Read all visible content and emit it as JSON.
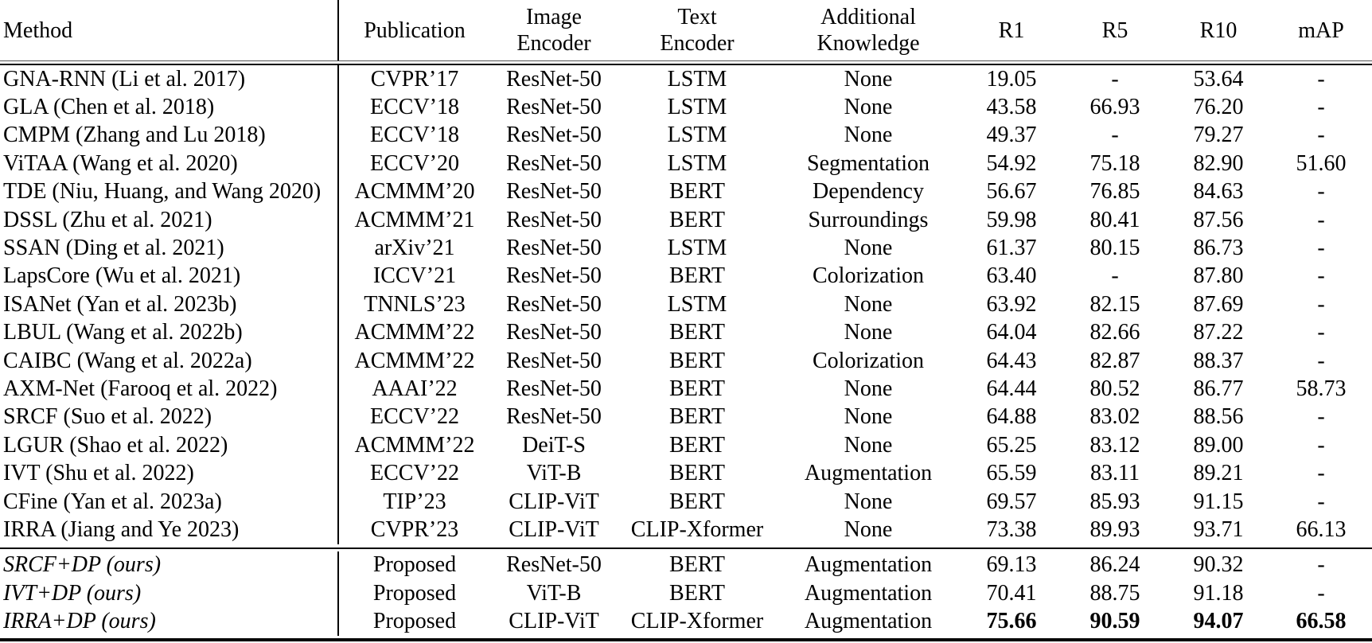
{
  "colors": {
    "text": "#000000",
    "background": "#ffffff",
    "rule": "#000000"
  },
  "table": {
    "headers": [
      {
        "id": "method",
        "lines": [
          "Method"
        ]
      },
      {
        "id": "publication",
        "lines": [
          "Publication"
        ]
      },
      {
        "id": "image-encoder",
        "lines": [
          "Image",
          "Encoder"
        ]
      },
      {
        "id": "text-encoder",
        "lines": [
          "Text",
          "Encoder"
        ]
      },
      {
        "id": "additional-knowledge",
        "lines": [
          "Additional",
          "Knowledge"
        ]
      },
      {
        "id": "r1",
        "lines": [
          "R1"
        ]
      },
      {
        "id": "r5",
        "lines": [
          "R5"
        ]
      },
      {
        "id": "r10",
        "lines": [
          "R10"
        ]
      },
      {
        "id": "map",
        "lines": [
          "mAP"
        ]
      }
    ],
    "baseline_rows": [
      {
        "cells": [
          "GNA-RNN (Li et al. 2017)",
          "CVPR’17",
          "ResNet-50",
          "LSTM",
          "None",
          "19.05",
          "-",
          "53.64",
          "-"
        ]
      },
      {
        "cells": [
          "GLA (Chen et al. 2018)",
          "ECCV’18",
          "ResNet-50",
          "LSTM",
          "None",
          "43.58",
          "66.93",
          "76.20",
          "-"
        ]
      },
      {
        "cells": [
          "CMPM (Zhang and Lu 2018)",
          "ECCV’18",
          "ResNet-50",
          "LSTM",
          "None",
          "49.37",
          "-",
          "79.27",
          "-"
        ]
      },
      {
        "cells": [
          "ViTAA (Wang et al. 2020)",
          "ECCV’20",
          "ResNet-50",
          "LSTM",
          "Segmentation",
          "54.92",
          "75.18",
          "82.90",
          "51.60"
        ]
      },
      {
        "cells": [
          "TDE (Niu, Huang, and Wang 2020)",
          "ACMMM’20",
          "ResNet-50",
          "BERT",
          "Dependency",
          "56.67",
          "76.85",
          "84.63",
          "-"
        ]
      },
      {
        "cells": [
          "DSSL (Zhu et al. 2021)",
          "ACMMM’21",
          "ResNet-50",
          "BERT",
          "Surroundings",
          "59.98",
          "80.41",
          "87.56",
          "-"
        ]
      },
      {
        "cells": [
          "SSAN (Ding et al. 2021)",
          "arXiv’21",
          "ResNet-50",
          "LSTM",
          "None",
          "61.37",
          "80.15",
          "86.73",
          "-"
        ]
      },
      {
        "cells": [
          "LapsCore (Wu et al. 2021)",
          "ICCV’21",
          "ResNet-50",
          "BERT",
          "Colorization",
          "63.40",
          "-",
          "87.80",
          "-"
        ]
      },
      {
        "cells": [
          "ISANet (Yan et al. 2023b)",
          "TNNLS’23",
          "ResNet-50",
          "LSTM",
          "None",
          "63.92",
          "82.15",
          "87.69",
          "-"
        ]
      },
      {
        "cells": [
          "LBUL (Wang et al. 2022b)",
          "ACMMM’22",
          "ResNet-50",
          "BERT",
          "None",
          "64.04",
          "82.66",
          "87.22",
          "-"
        ]
      },
      {
        "cells": [
          "CAIBC (Wang et al. 2022a)",
          "ACMMM’22",
          "ResNet-50",
          "BERT",
          "Colorization",
          "64.43",
          "82.87",
          "88.37",
          "-"
        ]
      },
      {
        "cells": [
          "AXM-Net (Farooq et al. 2022)",
          "AAAI’22",
          "ResNet-50",
          "BERT",
          "None",
          "64.44",
          "80.52",
          "86.77",
          "58.73"
        ]
      },
      {
        "cells": [
          "SRCF (Suo et al. 2022)",
          "ECCV’22",
          "ResNet-50",
          "BERT",
          "None",
          "64.88",
          "83.02",
          "88.56",
          "-"
        ]
      },
      {
        "cells": [
          "LGUR (Shao et al. 2022)",
          "ACMMM’22",
          "DeiT-S",
          "BERT",
          "None",
          "65.25",
          "83.12",
          "89.00",
          "-"
        ]
      },
      {
        "cells": [
          "IVT (Shu et al. 2022)",
          "ECCV’22",
          "ViT-B",
          "BERT",
          "Augmentation",
          "65.59",
          "83.11",
          "89.21",
          "-"
        ]
      },
      {
        "cells": [
          "CFine (Yan et al. 2023a)",
          "TIP’23",
          "CLIP-ViT",
          "BERT",
          "None",
          "69.57",
          "85.93",
          "91.15",
          "-"
        ]
      },
      {
        "cells": [
          "IRRA (Jiang and Ye 2023)",
          "CVPR’23",
          "CLIP-ViT",
          "CLIP-Xformer",
          "None",
          "73.38",
          "89.93",
          "93.71",
          "66.13"
        ]
      }
    ],
    "proposed_rows": [
      {
        "cells": [
          "SRCF+DP (ours)",
          "Proposed",
          "ResNet-50",
          "BERT",
          "Augmentation",
          "69.13",
          "86.24",
          "90.32",
          "-"
        ],
        "italic_method": true
      },
      {
        "cells": [
          "IVT+DP (ours)",
          "Proposed",
          "ViT-B",
          "BERT",
          "Augmentation",
          "70.41",
          "88.75",
          "91.18",
          "-"
        ],
        "italic_method": true
      },
      {
        "cells": [
          "IRRA+DP (ours)",
          "Proposed",
          "CLIP-ViT",
          "CLIP-Xformer",
          "Augmentation",
          "75.66",
          "90.59",
          "94.07",
          "66.58"
        ],
        "italic_method": true,
        "bold": [
          5,
          6,
          7,
          8
        ]
      }
    ]
  }
}
